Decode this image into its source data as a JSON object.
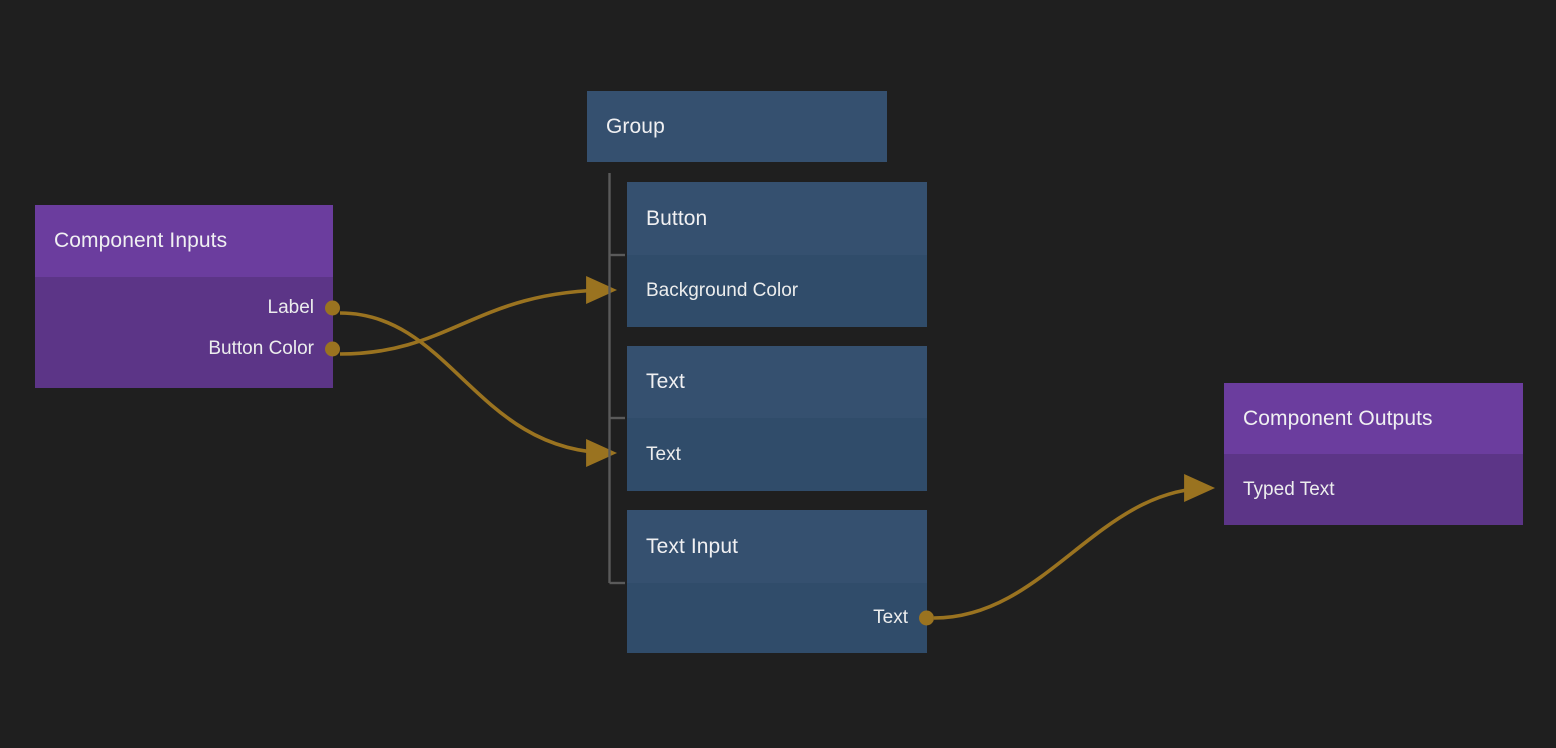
{
  "canvas": {
    "background_color": "#1f1f1f",
    "edge_color": "#9a7320",
    "port_color": "#9a7320",
    "tree_line_color": "#5a5a5a"
  },
  "nodes": {
    "component_inputs": {
      "title": "Component Inputs",
      "header_color": "#6b3d9e",
      "body_color": "#5c3587",
      "ports": [
        {
          "label": "Label",
          "side": "output"
        },
        {
          "label": "Button Color",
          "side": "output"
        }
      ]
    },
    "group": {
      "title": "Group",
      "header_color": "#35506f"
    },
    "button": {
      "title": "Button",
      "header_color": "#35506f",
      "body_color": "#304c6a",
      "ports": [
        {
          "label": "Background Color",
          "side": "input"
        }
      ]
    },
    "text": {
      "title": "Text",
      "header_color": "#35506f",
      "body_color": "#304c6a",
      "ports": [
        {
          "label": "Text",
          "side": "input"
        }
      ]
    },
    "text_input": {
      "title": "Text Input",
      "header_color": "#35506f",
      "body_color": "#304c6a",
      "ports": [
        {
          "label": "Text",
          "side": "output"
        }
      ]
    },
    "component_outputs": {
      "title": "Component Outputs",
      "header_color": "#6b3d9e",
      "body_color": "#5c3587",
      "ports": [
        {
          "label": "Typed Text",
          "side": "input"
        }
      ]
    }
  },
  "edges": [
    {
      "from": "Component Inputs.Label",
      "to": "Text.Text",
      "color": "#9a7320"
    },
    {
      "from": "Component Inputs.Button Color",
      "to": "Button.Background Color",
      "color": "#9a7320"
    },
    {
      "from": "Text Input.Text",
      "to": "Component Outputs.Typed Text",
      "color": "#9a7320"
    }
  ]
}
